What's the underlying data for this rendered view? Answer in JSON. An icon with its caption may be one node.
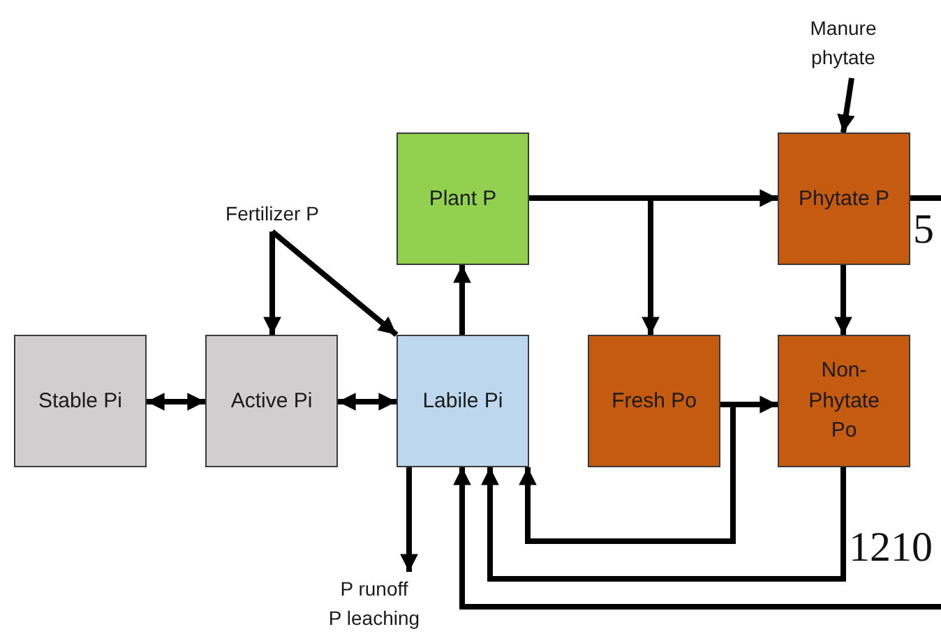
{
  "diagram": {
    "nodes": [
      {
        "text": [
          "Stable Pi"
        ]
      },
      {
        "text": [
          "Active Pi"
        ]
      },
      {
        "text": [
          "Labile Pi"
        ]
      },
      {
        "text": [
          "Plant P"
        ]
      },
      {
        "text": [
          "Fresh Po"
        ]
      },
      {
        "text": [
          "Phytate P"
        ]
      },
      {
        "text": [
          "Non-Phytate Po"
        ]
      },
      {
        "text": [
          "Fertilizer P"
        ]
      },
      {
        "text": [
          "Manure phytate"
        ]
      },
      {
        "text": [
          "P runoff",
          "P leaching"
        ]
      }
    ],
    "edges": [
      {
        "from": 0,
        "to": 1,
        "arrow": "both"
      },
      {
        "from": 1,
        "to": 2,
        "arrow": "both"
      },
      {
        "from": 7,
        "to": 1,
        "arrow": "to"
      },
      {
        "from": 7,
        "to": 2,
        "arrow": "to"
      },
      {
        "from": 2,
        "to": 3,
        "arrow": "to"
      },
      {
        "from": 3,
        "to": 5,
        "arrow": "to"
      },
      {
        "from": 3,
        "to": 4,
        "arrow": "to"
      },
      {
        "from": 8,
        "to": 5,
        "arrow": "to"
      },
      {
        "from": 5,
        "to": 6,
        "arrow": "to"
      },
      {
        "from": 4,
        "to": 6,
        "arrow": "to"
      },
      {
        "from": 4,
        "to": 2,
        "arrow": "to"
      },
      {
        "from": 6,
        "to": 2,
        "arrow": "to"
      },
      {
        "from": 5,
        "to": null,
        "arrow": "none"
      },
      {
        "from": null,
        "to": 2,
        "arrow": "to"
      },
      {
        "from": 2,
        "to": 9,
        "arrow": "to"
      }
    ],
    "labels": [
      "5",
      "1210"
    ]
  }
}
